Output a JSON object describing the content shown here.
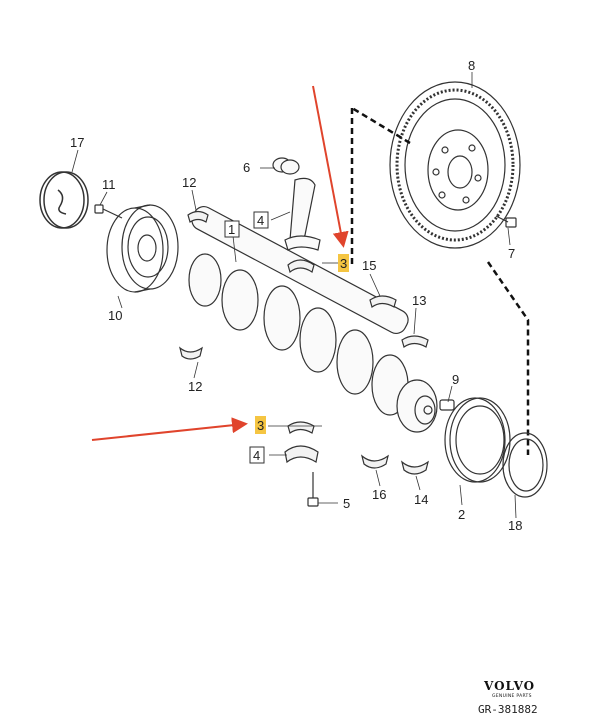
{
  "parts": {
    "p1": "1",
    "p2": "2",
    "p3a": "3",
    "p3b": "3",
    "p4a": "4",
    "p4b": "4",
    "p5": "5",
    "p6": "6",
    "p7": "7",
    "p8": "8",
    "p9": "9",
    "p10": "10",
    "p11": "11",
    "p12a": "12",
    "p12b": "12",
    "p13": "13",
    "p14": "14",
    "p15": "15",
    "p16": "16",
    "p17": "17",
    "p18": "18"
  },
  "brand": {
    "name": "VOLVO",
    "subtitle": "GENUINE PARTS",
    "ref": "GR-381882"
  },
  "colors": {
    "highlight": "#f5c542",
    "arrow": "#e0442c",
    "line": "#333333"
  }
}
